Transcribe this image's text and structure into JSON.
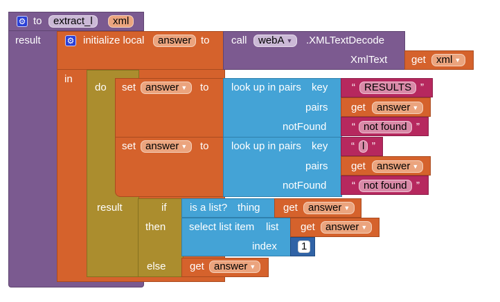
{
  "proc": {
    "to": "to",
    "name": "extract_l",
    "param": "xml",
    "result": "result"
  },
  "init_local": {
    "label": "initialize local",
    "var": "answer",
    "to": "to",
    "in": "in"
  },
  "call": {
    "call": "call",
    "component": "webA",
    "method": ".XMLTextDecode",
    "socket": "XmlText",
    "get": "get",
    "getvar": "xml"
  },
  "do_block": {
    "do": "do",
    "result": "result"
  },
  "set1": {
    "set": "set",
    "var": "answer",
    "to": "to",
    "lookup": "look up in pairs",
    "key": "key",
    "key_value": "RESULTS",
    "pairs": "pairs",
    "get": "get",
    "pairs_var": "answer",
    "notfound": "notFound",
    "notfound_value": "not found"
  },
  "set2": {
    "set": "set",
    "var": "answer",
    "to": "to",
    "lookup": "look up in pairs",
    "key": "key",
    "key_value": "l",
    "pairs": "pairs",
    "get": "get",
    "pairs_var": "answer",
    "notfound": "notFound",
    "notfound_value": "not found"
  },
  "ifelse": {
    "if": "if",
    "then": "then",
    "else": "else",
    "islist": "is a list?",
    "thing": "thing",
    "get": "get",
    "if_var": "answer",
    "select": "select list item",
    "list": "list",
    "then_var": "answer",
    "index": "index",
    "index_value": "1",
    "else_var": "answer"
  },
  "quote_open": "“",
  "quote_close": "”",
  "caret": "▼",
  "icons": [
    "gear-icon",
    "dropdown-caret-icon"
  ]
}
